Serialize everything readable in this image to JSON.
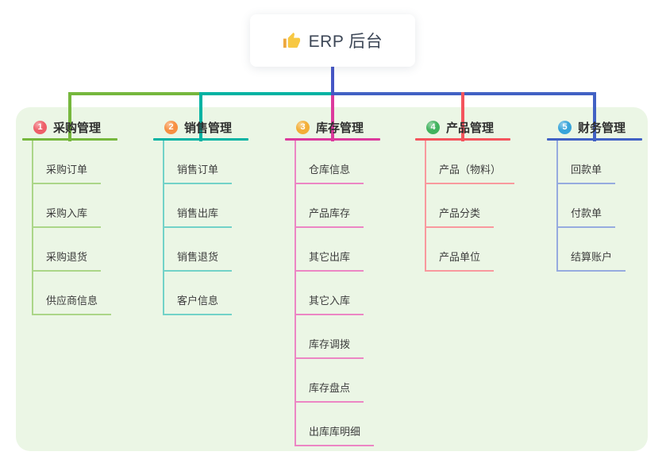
{
  "root": {
    "title": "ERP 后台",
    "icon": "thumbs-up-icon"
  },
  "colors": {
    "canvas_bg": "#ebf6e5",
    "root_connector": "#4656c6",
    "root_text": "#3c4656",
    "thumb_hand": "#f7c843",
    "thumb_cuff": "#eda73e"
  },
  "branches": [
    {
      "number": "1",
      "title": "采购管理",
      "badge_color": "#ee5f68",
      "line_color": "#76b73d",
      "child_line_color": "#abd688",
      "children": [
        "采购订单",
        "采购入库",
        "采购退货",
        "供应商信息"
      ]
    },
    {
      "number": "2",
      "title": "销售管理",
      "badge_color": "#f78f42",
      "line_color": "#02b3a3",
      "child_line_color": "#72d2c8",
      "children": [
        "销售订单",
        "销售出库",
        "销售退货",
        "客户信息"
      ]
    },
    {
      "number": "3",
      "title": "库存管理",
      "badge_color": "#f3ae37",
      "line_color": "#dc3a9d",
      "child_line_color": "#ec86c4",
      "children": [
        "仓库信息",
        "产品库存",
        "其它出库",
        "其它入库",
        "库存调拨",
        "库存盘点",
        "出库库明细"
      ]
    },
    {
      "number": "4",
      "title": "产品管理",
      "badge_color": "#41b35e",
      "line_color": "#f4545d",
      "child_line_color": "#f9999e",
      "children": [
        "产品（物料）",
        "产品分类",
        "产品单位"
      ]
    },
    {
      "number": "5",
      "title": "财务管理",
      "badge_color": "#38a4da",
      "line_color": "#4161c4",
      "child_line_color": "#96abdf",
      "children": [
        "回款单",
        "付款单",
        "结算账户"
      ]
    }
  ]
}
